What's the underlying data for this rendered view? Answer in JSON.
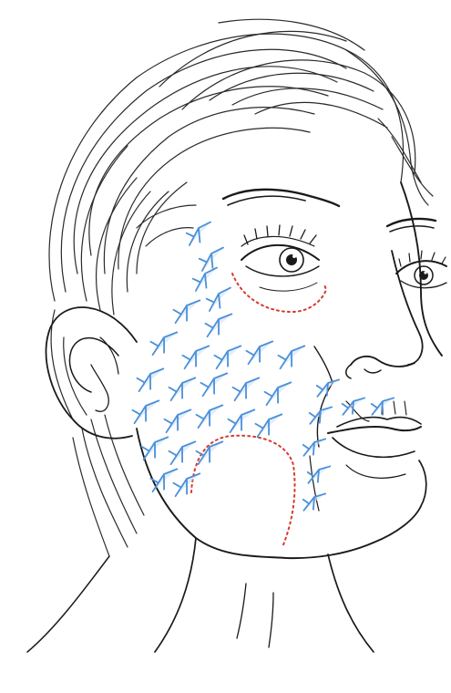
{
  "illustration": {
    "subject": "face-outline-drawing",
    "colors": {
      "line": "#1a1a1a",
      "arrows": "#4a90d9",
      "arrow_shade": "#cfe3f7",
      "dotted_outline": "#d63a2e"
    },
    "regions": [
      {
        "name": "temple-arrows",
        "marker": "arrow-chevron"
      },
      {
        "name": "cheek-arrows",
        "marker": "arrow-chevron"
      },
      {
        "name": "perioral-arrows",
        "marker": "arrow-chevron"
      },
      {
        "name": "under-eye-zone",
        "marker": "dotted-outline"
      },
      {
        "name": "jaw-zone",
        "marker": "dotted-outline"
      }
    ]
  }
}
